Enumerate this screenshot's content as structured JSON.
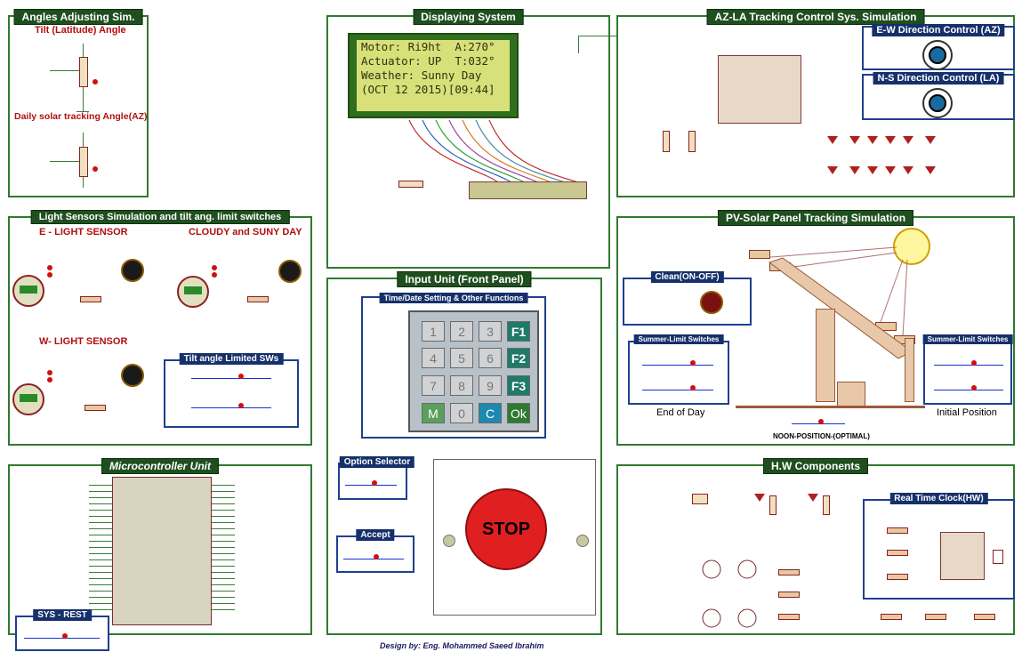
{
  "panels": {
    "angles": {
      "title": "Angles Adjusting Sim.",
      "label_tilt": "Tilt (Latitude) Angle",
      "label_daily": "Daily solar tracking Angle(AZ)"
    },
    "display": {
      "title": "Displaying  System",
      "lcd_lines": [
        "Motor: Ri9ht  A:270°",
        "Actuator: UP  T:032°",
        "Weather: Sunny Day",
        "(OCT 12 2015)[09:44]"
      ]
    },
    "azla": {
      "title": "AZ-LA Tracking  Control Sys. Simulation",
      "ew": "E-W Direction Control (AZ)",
      "ns": "N-S Direction Control (LA)"
    },
    "light": {
      "title": "Light Sensors Simulation and tilt ang. limit switches",
      "e_sensor": "E - LIGHT SENSOR",
      "cloudy": "CLOUDY and SUNY DAY",
      "w_sensor": "W- LIGHT SENSOR",
      "tilt_limit": "Tilt angle Limited SWs"
    },
    "input": {
      "title": "Input Unit (Front Panel)",
      "keypad_title": "Time/Date Setting & Other Functions",
      "option": "Option Selector",
      "accept": "Accept",
      "stop": "STOP"
    },
    "pv": {
      "title": "PV-Solar Panel Tracking  Simulation",
      "clean": "Clean(ON-OFF)",
      "summer_left": "Summer-Limit Switches",
      "summer_right": "Summer-Limit Switches",
      "end_of_day": "End of Day",
      "initial": "Initial Position",
      "noon": "NOON-POSITION-(OPTIMAL)"
    },
    "micro": {
      "title": "Microcontroller Unit",
      "sys_rest": "SYS - REST"
    },
    "hw": {
      "title": "H.W Components",
      "rtc": "Real Time Clock(HW)"
    }
  },
  "keys": [
    "1",
    "2",
    "3",
    "F1",
    "4",
    "5",
    "6",
    "F2",
    "7",
    "8",
    "9",
    "F3",
    "M",
    "0",
    "C",
    "Ok"
  ],
  "footer": {
    "design_credit": "Design by: Eng. Mohammed Saeed Ibrahim"
  }
}
